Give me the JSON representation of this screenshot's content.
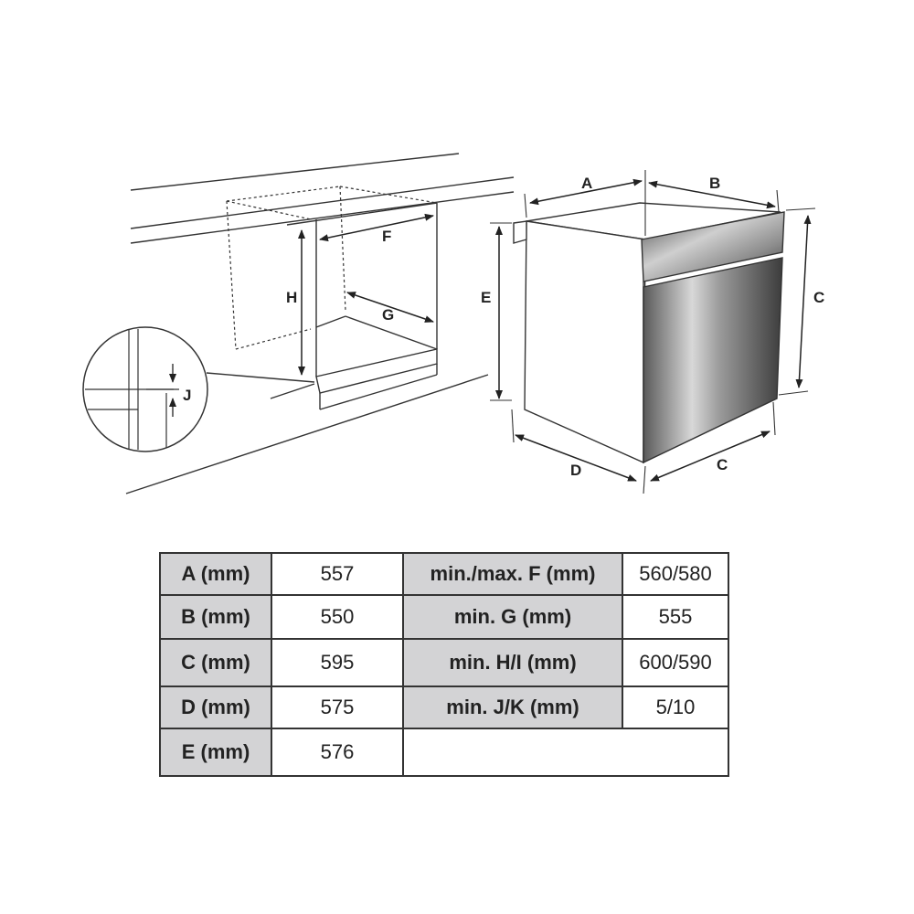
{
  "diagram": {
    "labels": {
      "A": "A",
      "B": "B",
      "C_top": "C",
      "C_bottom": "C",
      "D": "D",
      "E": "E",
      "F": "F",
      "G": "G",
      "H": "H",
      "J": "J"
    }
  },
  "table": {
    "rows": [
      {
        "label1": "A (mm)",
        "value1": "557",
        "label2": "min./max. F (mm)",
        "value2": "560/580"
      },
      {
        "label1": "B (mm)",
        "value1": "550",
        "label2": "min. G (mm)",
        "value2": "555"
      },
      {
        "label1": "C (mm)",
        "value1": "595",
        "label2": "min. H/I (mm)",
        "value2": "600/590"
      },
      {
        "label1": "D (mm)",
        "value1": "575",
        "label2": "min. J/K (mm)",
        "value2": "5/10"
      },
      {
        "label1": "E (mm)",
        "value1": "576"
      }
    ]
  }
}
